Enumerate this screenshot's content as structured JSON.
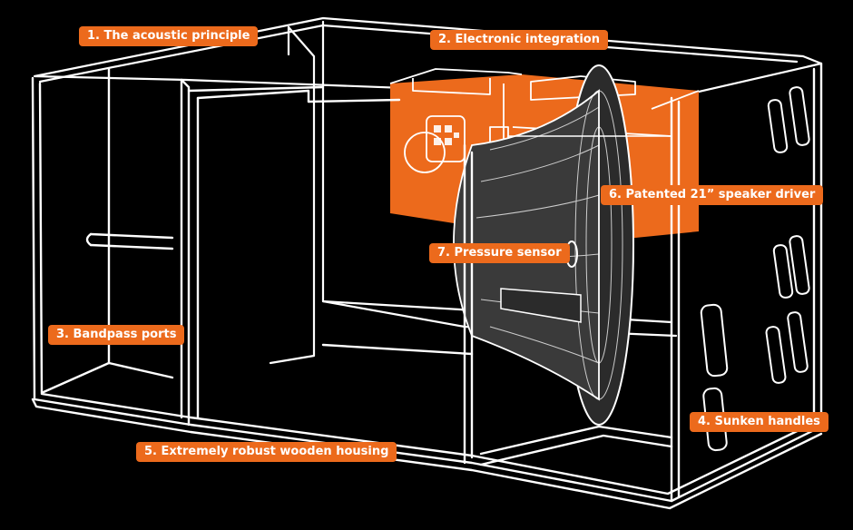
{
  "colors": {
    "background": "#000000",
    "outline": "#ffffff",
    "accent": "#ec6a1c",
    "driver_fill": "#3a3a3a",
    "label_text": "#ffffff"
  },
  "callouts": [
    {
      "id": "acoustic-principle",
      "label": "1. The acoustic principle"
    },
    {
      "id": "electronic-integration",
      "label": "2. Electronic integration"
    },
    {
      "id": "bandpass-ports",
      "label": "3. Bandpass ports"
    },
    {
      "id": "sunken-handles",
      "label": "4. Sunken handles"
    },
    {
      "id": "wooden-housing",
      "label": "5. Extremely robust wooden housing"
    },
    {
      "id": "speaker-driver",
      "label": "6. Patented 21” speaker driver"
    },
    {
      "id": "pressure-sensor",
      "label": "7. Pressure sensor"
    }
  ]
}
